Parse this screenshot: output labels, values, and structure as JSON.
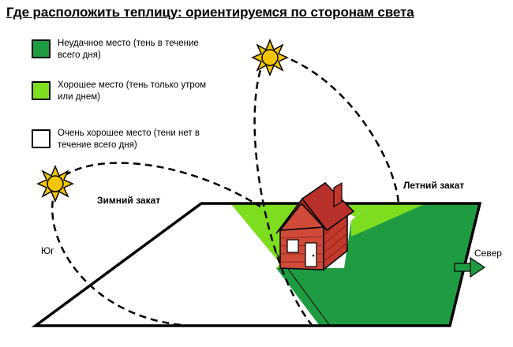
{
  "title": "Где расположить теплицу: ориентируемся по сторонам света",
  "legend": [
    {
      "color": "#1f9b42",
      "text": "Неудачное место (тень в течение всего дня)"
    },
    {
      "color": "#7fdd1f",
      "text": "Хорошее место (тень только утром или днем)"
    },
    {
      "color": "#ffffff",
      "text": "Очень хорошее место (тени нет в течение всего дня)"
    }
  ],
  "labels": {
    "winter_sunset": "Зимний закат",
    "summer_sunset": "Летний закат",
    "south": "Юг",
    "north": "Север"
  },
  "colors": {
    "bad_place": "#1f9b42",
    "good_place": "#7fdd1f",
    "very_good_place": "#ffffff",
    "sun": "#f2c500",
    "house_brick": "#c0392b",
    "house_roof": "#a8231a",
    "arrow": "#1f9b42"
  },
  "icons": [
    "sun-icon",
    "house-icon",
    "north-arrow-icon"
  ]
}
